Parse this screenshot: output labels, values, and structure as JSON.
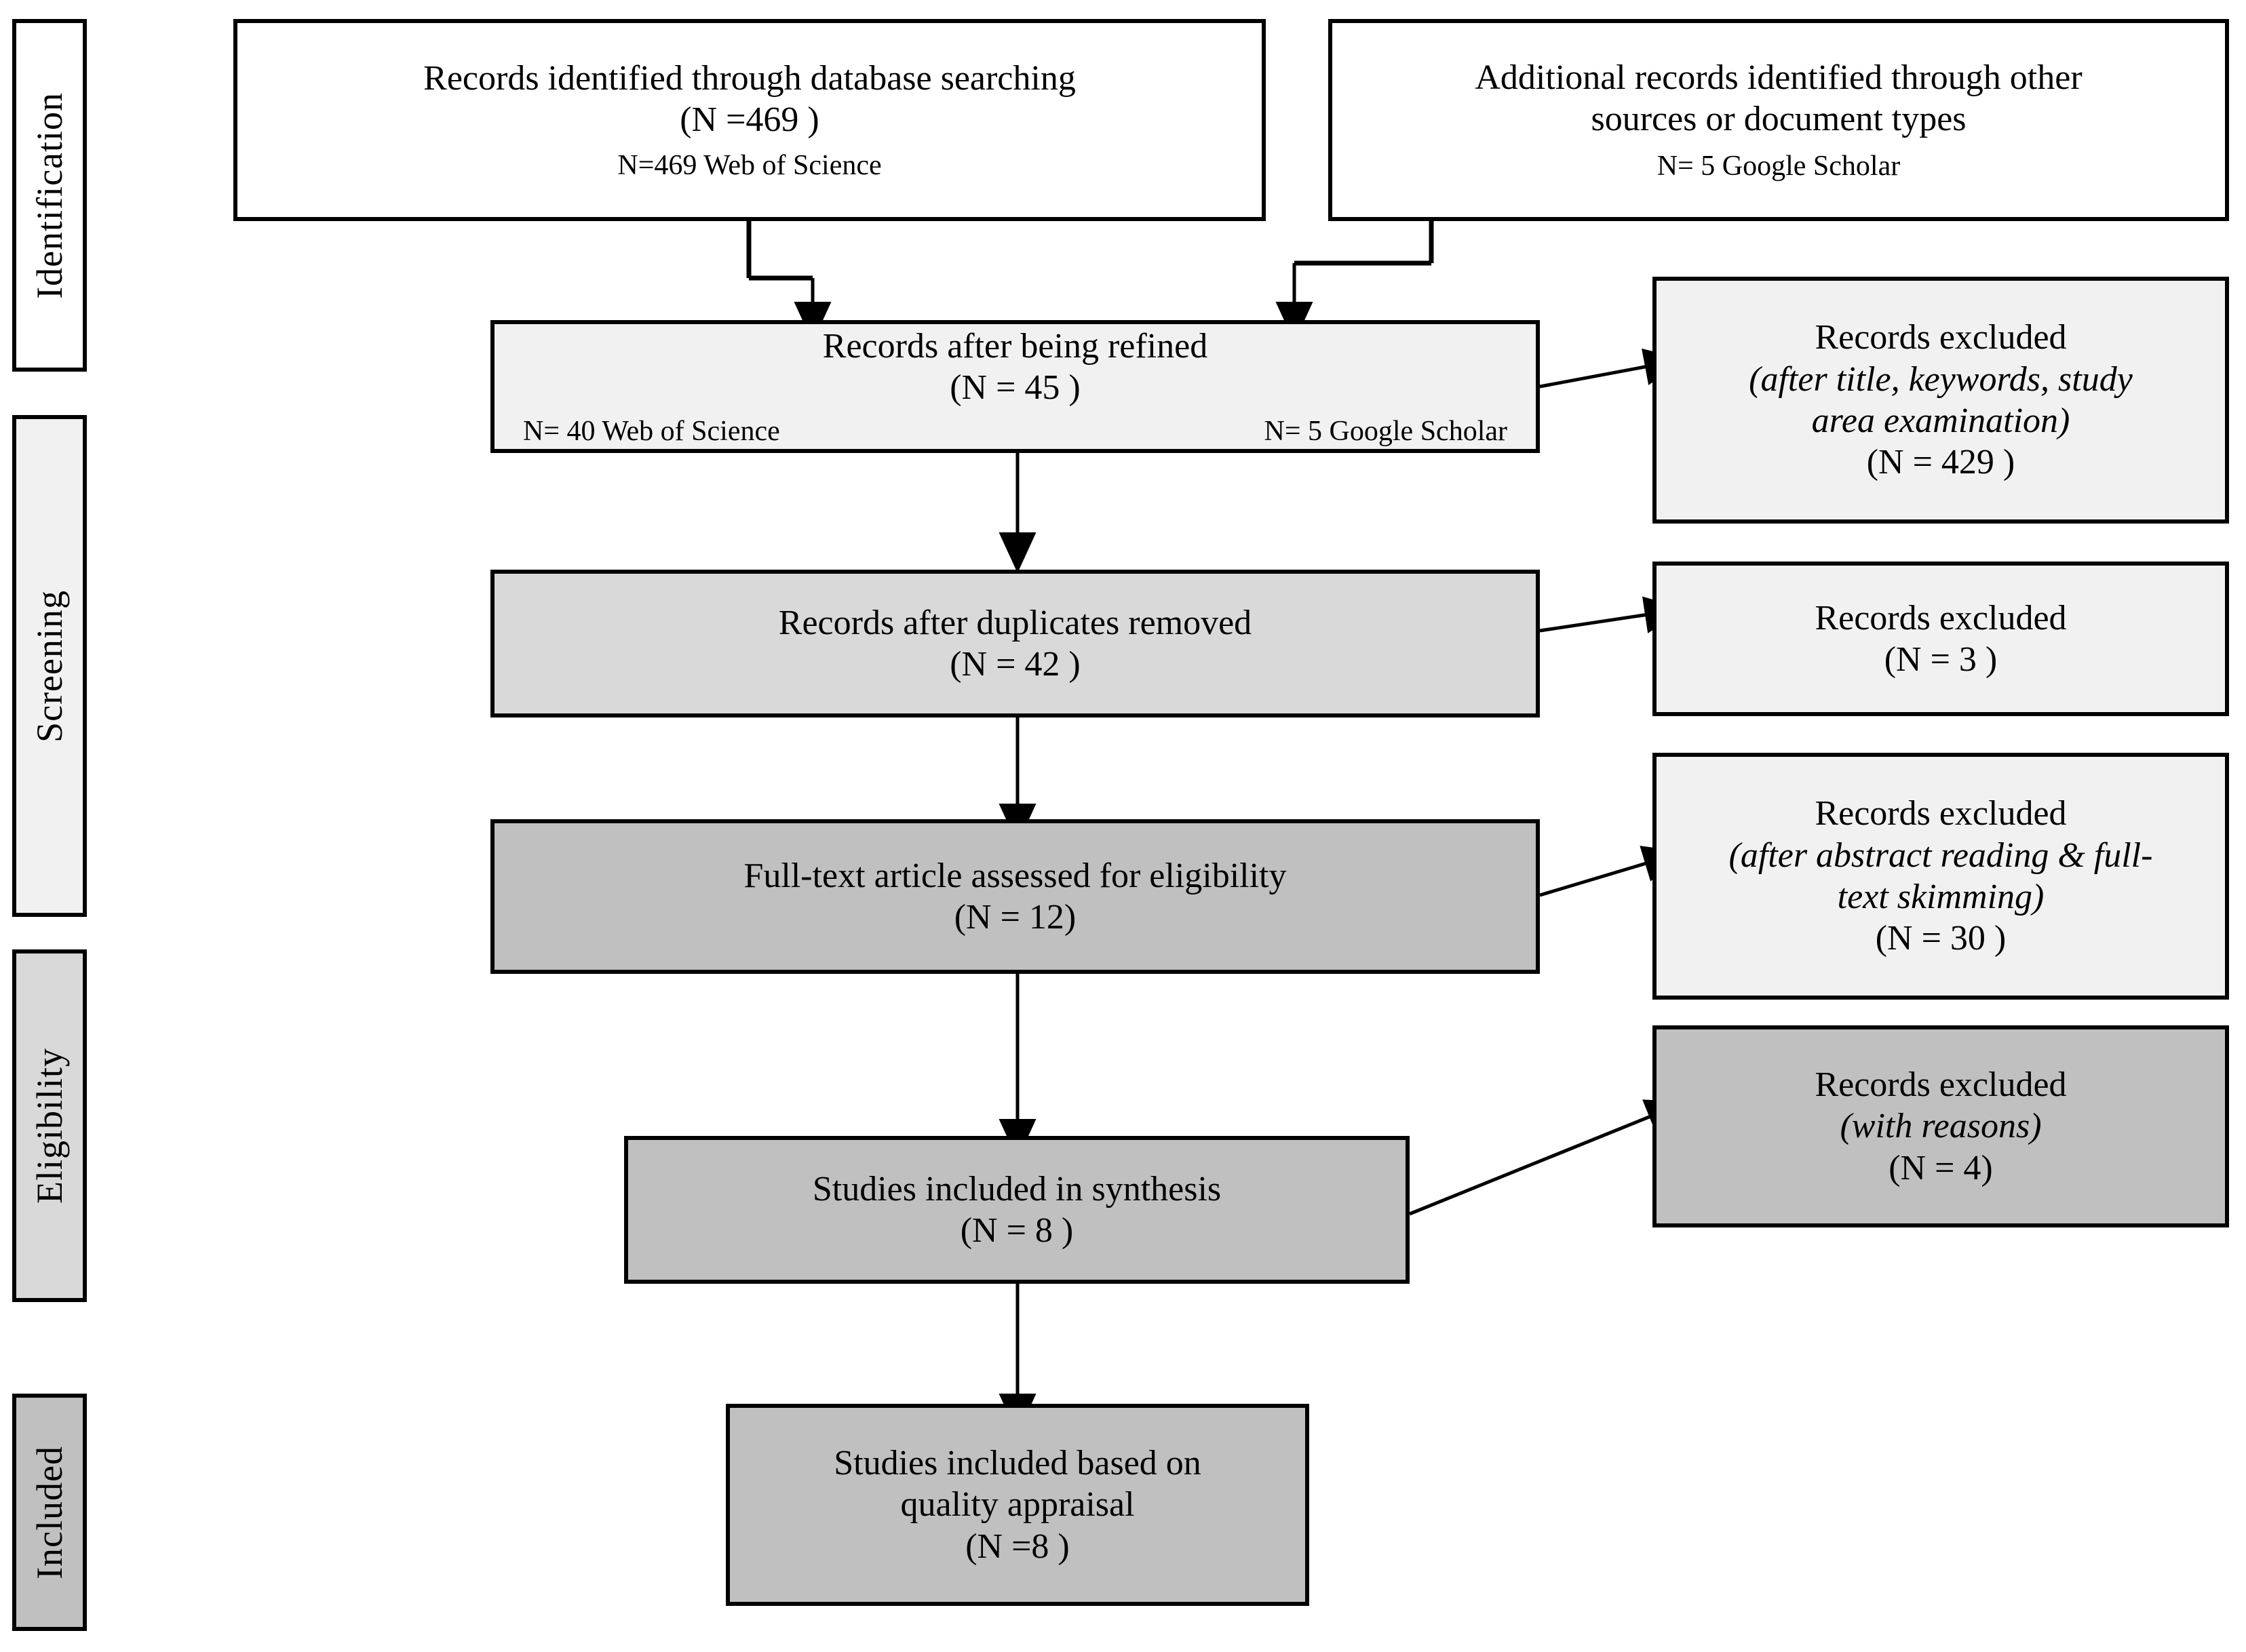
{
  "diagram": {
    "type": "prisma-flow-diagram",
    "stages": [
      {
        "id": "identification",
        "label": "Identification",
        "fill": "#ffffff"
      },
      {
        "id": "screening",
        "label": "Screening",
        "fill": "#f1f1f1"
      },
      {
        "id": "eligibility",
        "label": "Eligibility",
        "fill": "#d9d9d9"
      },
      {
        "id": "included",
        "label": "Included",
        "fill": "#c0c0c0"
      }
    ],
    "boxes": {
      "database_search": {
        "title": "Records identified through database searching",
        "count": "(N =469 )",
        "sub": "N=469  Web of Science",
        "fill": "#ffffff"
      },
      "other_sources": {
        "title_line1": "Additional records identified through other",
        "title_line2": "sources or document types",
        "sub": "N= 5 Google Scholar",
        "fill": "#ffffff"
      },
      "refined": {
        "title": "Records after being refined",
        "count": "(N = 45 )",
        "sub_left": "N= 40 Web of Science",
        "sub_right": "N= 5 Google Scholar",
        "fill": "#f1f1f1"
      },
      "duplicates_removed": {
        "title": "Records after duplicates removed",
        "count": "(N = 42 )",
        "fill": "#d9d9d9"
      },
      "fulltext_assessed": {
        "title": "Full-text article assessed for eligibility",
        "count": "(N = 12)",
        "fill": "#c0c0c0"
      },
      "included_synthesis": {
        "title": "Studies included in synthesis",
        "count": "(N = 8 )",
        "fill": "#c0c0c0"
      },
      "included_quality": {
        "title_line1": "Studies included based on",
        "title_line2": "quality appraisal",
        "count": "(N =8 )",
        "fill": "#c0c0c0"
      },
      "excluded_title_keywords": {
        "title": "Records excluded",
        "reason_line1": "(after title, keywords, study",
        "reason_line2": "area examination)",
        "count": "(N = 429 )",
        "fill": "#f1f1f1"
      },
      "excluded_duplicates": {
        "title": "Records excluded",
        "count": "(N = 3 )",
        "fill": "#f1f1f1"
      },
      "excluded_abstract": {
        "title": "Records excluded",
        "reason_line1": "(after abstract reading & full-",
        "reason_line2": "text skimming)",
        "count": "(N = 30 )",
        "fill": "#f1f1f1"
      },
      "excluded_reasons": {
        "title": "Records excluded",
        "reason_line1": "(with reasons)",
        "count": "(N = 4)",
        "fill": "#c0c0c0"
      }
    },
    "colors": {
      "stroke": "#000000",
      "white": "#ffffff",
      "light_gray": "#f1f1f1",
      "mid_gray": "#d9d9d9",
      "dark_gray": "#c0c0c0"
    }
  }
}
